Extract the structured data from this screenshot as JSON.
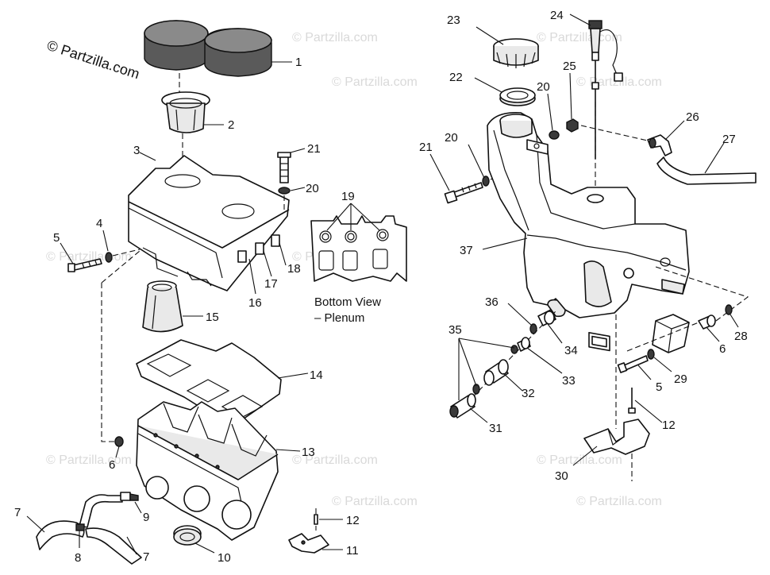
{
  "copyright": "© Partzilla.com",
  "watermark": "© Partzilla.com",
  "caption": {
    "line1": "Bottom View",
    "line2": "– Plenum"
  },
  "callouts": {
    "c1": "1",
    "c2": "2",
    "c3": "3",
    "c4": "4",
    "c5a": "5",
    "c5b": "5",
    "c6a": "6",
    "c6b": "6",
    "c7a": "7",
    "c7b": "7",
    "c8": "8",
    "c9": "9",
    "c10": "10",
    "c11": "11",
    "c12a": "12",
    "c12b": "12",
    "c13": "13",
    "c14": "14",
    "c15": "15",
    "c16": "16",
    "c17": "17",
    "c18": "18",
    "c19": "19",
    "c20a": "20",
    "c20b": "20",
    "c20c": "20",
    "c21a": "21",
    "c21b": "21",
    "c22": "22",
    "c23": "23",
    "c24": "24",
    "c25": "25",
    "c26": "26",
    "c27": "27",
    "c28": "28",
    "c29": "29",
    "c30": "30",
    "c31": "31",
    "c32": "32",
    "c33": "33",
    "c34": "34",
    "c35": "35",
    "c36": "36",
    "c37": "37"
  }
}
